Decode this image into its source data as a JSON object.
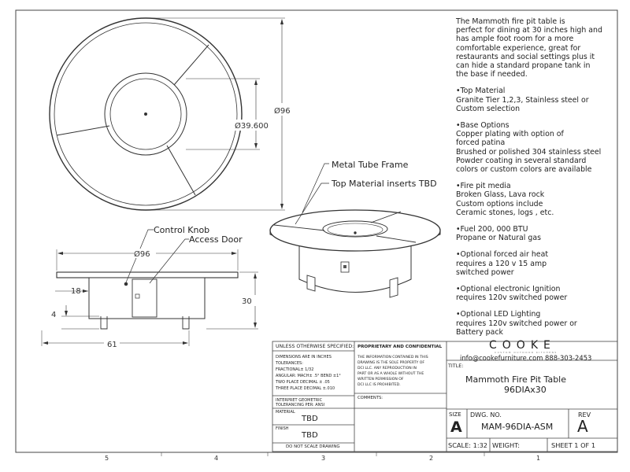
{
  "description": {
    "intro": "The Mammoth fire pit table is\nperfect for dining at 30 inches high and\nhas ample foot room for a more\ncomfortable experience,  great for\nrestaurants and social settings plus it\ncan hide a standard propane tank in\nthe base if needed.",
    "sections": [
      {
        "title": "Top Material",
        "body": "Granite Tier 1,2,3, Stainless steel or\nCustom selection"
      },
      {
        "title": "Base Options",
        "body": "Copper plating with option of\nforced patina\nBrushed or polished  304 stainless steel\nPowder coating in several standard\ncolors or custom colors are available"
      },
      {
        "title": "Fire pit media",
        "body": "Broken Glass, Lava rock\nCustom options include\nCeramic stones, logs , etc."
      },
      {
        "title": "Fuel  200, 000 BTU",
        "body": "Propane or Natural gas"
      },
      {
        "title": "Optional forced air heat",
        "body": "requires a 120 v 15 amp\nswitched power"
      },
      {
        "title": "Optional electronic Ignition",
        "body": "requires 120v switched power"
      },
      {
        "title": "Optional LED Lighting",
        "body": "requires 120v switched power or\nBattery pack"
      }
    ]
  },
  "dimensions": {
    "top_outer_dia": "Ø96",
    "top_inner_dia": "Ø39.600",
    "side_dia": "Ø96",
    "height": "30",
    "inset": "18",
    "foot": "4",
    "base_width": "61"
  },
  "callouts": {
    "metal_tube": "Metal Tube Frame",
    "top_inserts": "Top Material inserts TBD",
    "control_knob": "Control Knob",
    "access_door": "Access Door"
  },
  "title_block": {
    "unless_hdr": "UNLESS OTHERWISE SPECIFIED:",
    "tol_lines": [
      "DIMENSIONS ARE IN INCHES",
      "TOLERANCES:",
      "FRACTIONAL± 1/32",
      "ANGULAR: MACH± .5°  BEND ±1°",
      "TWO PLACE DECIMAL    ±  .05",
      "THREE PLACE DECIMAL  ±.010"
    ],
    "interp_lines": [
      "INTERPRET GEOMETRIC",
      "TOLERANCING PER: ANSI"
    ],
    "material_label": "MATERIAL",
    "material_value": "TBD",
    "finish_label": "FINISH",
    "finish_value": "TBD",
    "no_scale": "DO NOT SCALE DRAWING",
    "prop_hdr": "PROPRIETARY AND CONFIDENTIAL",
    "prop_lines": [
      "THE INFORMATION CONTAINED IN THIS",
      "DRAWING IS THE SOLE PROPERTY OF",
      "DCI LLC. ANY REPRODUCTION IN",
      "PART OR AS A WHOLE WITHOUT THE",
      "WRITTEN PERMISSION OF",
      "DCI LLC IS PROHIBITED."
    ],
    "comments": "COMMENTS:",
    "logo": "COOKE",
    "logo_sub": "CUSTOM OUTDOOR KITCHENS",
    "contact": "info@cookefurniture.com 888-303-2453",
    "title_label": "TITLE:",
    "title_line1": "Mammoth Fire Pit Table",
    "title_line2": "96DIAx30",
    "size_label": "SIZE",
    "size_value": "A",
    "dwg_label": "DWG.  NO.",
    "dwg_value": "MAM-96DIA-ASM",
    "rev_label": "REV",
    "rev_value": "A",
    "scale": "SCALE: 1:32",
    "weight": "WEIGHT:",
    "sheet": "SHEET 1 OF 1"
  },
  "zones": [
    "5",
    "4",
    "3",
    "2",
    "1"
  ]
}
